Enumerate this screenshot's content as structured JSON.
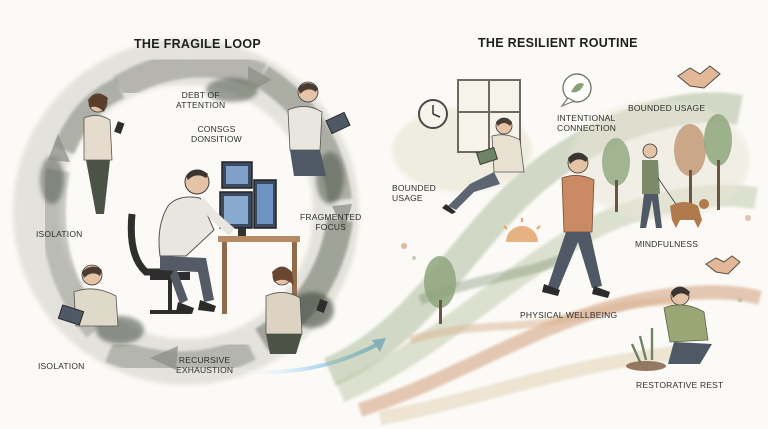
{
  "fragile": {
    "title": "THE FRAGILE LOOP",
    "labels": {
      "debt": "DEBT OF\nATTENTION",
      "consgs": "CONSGS\nDONSITIOW",
      "fragmented": "FRAGMENTED\nFOCUS",
      "isolation_top": "ISOLATION",
      "isolation_bottom": "ISOLATION",
      "recursive": "RECURSIVE\nEXHAUSTION"
    }
  },
  "resilient": {
    "title": "THE RESILIENT ROUTINE",
    "labels": {
      "bounded_left": "BOUNDED\nUSAGE",
      "intentional": "INTENTIONAL\nCONNECTION",
      "bounded_right": "BOUNDED USAGE",
      "mindfulness": "MINDFULNESS",
      "physical": "PHYSICAL WELLBEING",
      "restorative": "RESTORATIVE REST"
    }
  },
  "colors": {
    "loop_wash": "#8a8a82",
    "loop_dark": "#4c5246",
    "sage": "#9fb08c",
    "sage_dark": "#6f8464",
    "terracotta": "#c98a64",
    "sand": "#e2d3b6",
    "sky_glow": "#7fb4d8",
    "ink": "#2f2f2f"
  }
}
